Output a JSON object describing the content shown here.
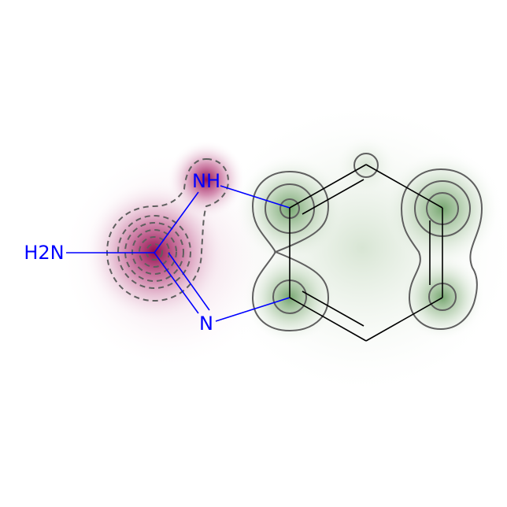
{
  "molecule": {
    "atoms": [
      {
        "id": "N_amine",
        "label": "H2N",
        "color": "#0000ff"
      },
      {
        "id": "N_H",
        "label": "NH",
        "color": "#0000ff"
      },
      {
        "id": "N_ring",
        "label": "N",
        "color": "#0000ff"
      }
    ]
  },
  "colors": {
    "background": "#ffffff",
    "carbon_bond": "#000000",
    "nitrogen_bond": "#0000ff",
    "positive_contribution": "#2e7d32",
    "negative_contribution": "#8e0044",
    "contour": "#5f5f5f"
  }
}
